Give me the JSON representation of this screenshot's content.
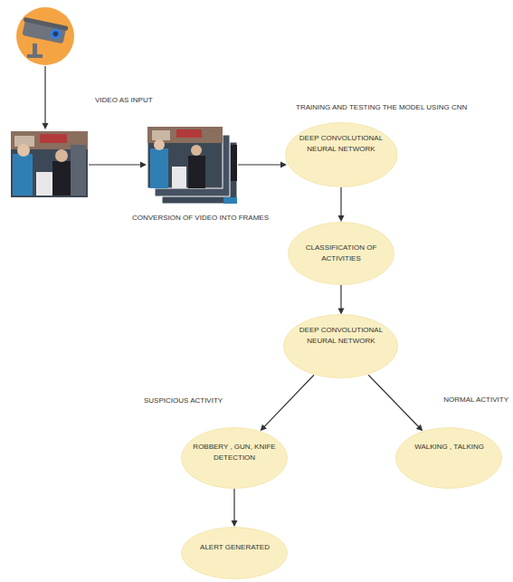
{
  "diagram": {
    "nodes": [
      {
        "text": [
          "DEEP CONVOLUTIONAL NEURAL NETWORK"
        ]
      },
      {
        "text": [
          "CLASSIFICATION OF ACTIVITIES"
        ]
      },
      {
        "text": [
          "DEEP CONVOLUTIONAL NEURAL NETWORK"
        ]
      },
      {
        "text": [
          "ROBBERY , GUN, KNIFE DETECTION"
        ]
      },
      {
        "text": [
          "WALKING , TALKING"
        ]
      },
      {
        "text": [
          "ALERT GENERATED"
        ]
      }
    ],
    "edges": [
      {
        "from": 0,
        "to": 1,
        "arrow": "to"
      },
      {
        "from": 1,
        "to": 2,
        "arrow": "to"
      },
      {
        "from": 2,
        "to": 3,
        "label": "SUSPICIOUS ACTIVITY",
        "arrow": "to"
      },
      {
        "from": 2,
        "to": 4,
        "label": "NORMAL ACTIVITY",
        "arrow": "to"
      },
      {
        "from": 3,
        "to": 5,
        "arrow": "to"
      }
    ],
    "labels": [
      "VIDEO AS INPUT",
      "CONVERSION OF VIDEO INTO FRAMES",
      "TRAINING AND TESTING THE MODEL USING CNN"
    ]
  }
}
